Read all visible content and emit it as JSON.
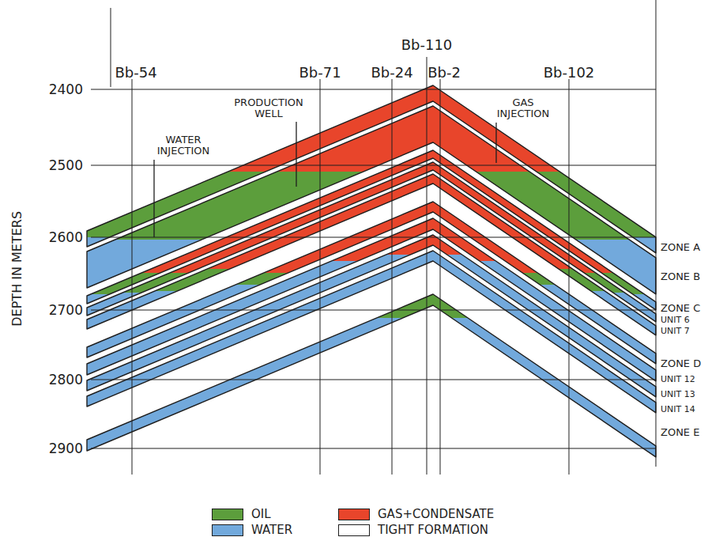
{
  "diagram": {
    "labels": [
      "Bb-54",
      "Bb-71",
      "Bb-24",
      "Bb-110",
      "Bb-2",
      "Bb-102",
      "2400",
      "2500",
      "2600",
      "2700",
      "2800",
      "2900",
      "DEPTH IN METERS",
      "PRODUCTION WELL",
      "WATER INJECTION",
      "GAS INJECTION",
      "ZONE A",
      "ZONE B",
      "ZONE C",
      "UNIT 6",
      "UNIT 7",
      "ZONE D",
      "UNIT 12",
      "UNIT 13",
      "UNIT 14",
      "ZONE E"
    ],
    "legend": [
      {
        "text": "OIL",
        "color": "#5c9e3c"
      },
      {
        "text": "WATER",
        "color": "#72a9dc"
      },
      {
        "text": "GAS+CONDENSATE",
        "color": "#e8452b"
      },
      {
        "text": "TIGHT FORMATION",
        "color": "#ffffff"
      }
    ]
  }
}
